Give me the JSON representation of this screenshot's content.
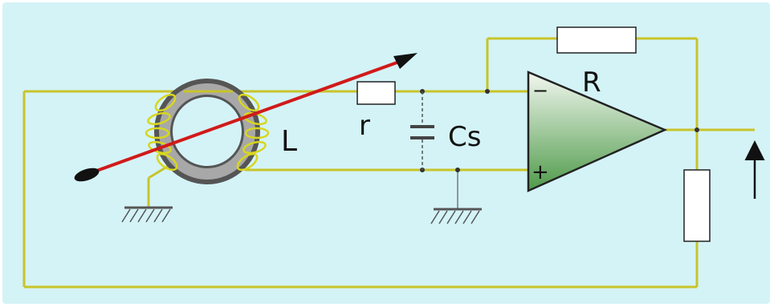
{
  "labels": {
    "inductor": "L",
    "series_resistor": "r",
    "stray_capacitance": "Cs",
    "feedback_resistor": "R",
    "inverting_input": "−",
    "noninverting_input": "+"
  },
  "colors": {
    "background": "#d4f3f7",
    "wire": "#c8c42a",
    "needle": "#d11a1a",
    "arrow": "#111111",
    "opamp_fill_top": "#f2f7ef",
    "opamp_fill_bottom": "#4f9a4a",
    "toroid_outer": "#555555",
    "toroid_inner": "#a8a8a8",
    "winding": "#d8d61e"
  },
  "icons": {
    "ground": "ground-symbol-icon",
    "output_direction": "up-arrow-icon"
  }
}
